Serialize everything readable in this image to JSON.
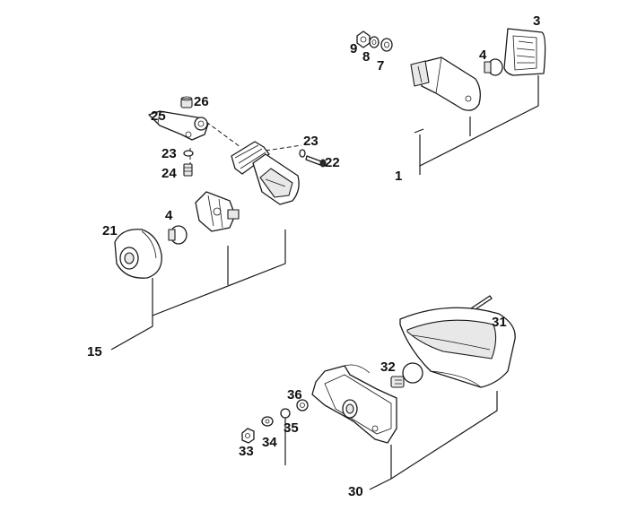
{
  "diagram": {
    "callouts": {
      "c1": "1",
      "c3": "3",
      "c4a": "4",
      "c7": "7",
      "c8": "8",
      "c9": "9",
      "c15": "15",
      "c21": "21",
      "c4b": "4",
      "c22": "22",
      "c23a": "23",
      "c23b": "23",
      "c24": "24",
      "c25": "25",
      "c26": "26",
      "c30": "30",
      "c31": "31",
      "c32": "32",
      "c33": "33",
      "c34": "34",
      "c35": "35",
      "c36": "36"
    }
  }
}
